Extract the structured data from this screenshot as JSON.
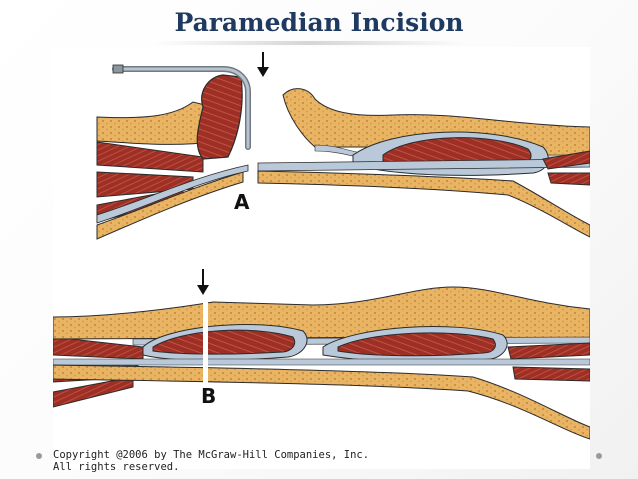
{
  "slide": {
    "title": "Paramedian Incision"
  },
  "figure": {
    "panel_a_label": "A",
    "panel_b_label": "B",
    "colors": {
      "fat": "#e9b463",
      "muscle": "#9e2f25",
      "fascia": "#b9c9d9",
      "outline": "#2b2b2b",
      "retractor": "#9aa6b2"
    }
  },
  "copyright": {
    "line1": "Copyright @2006 by The McGraw-Hill Companies, Inc.",
    "line2": "All rights reserved."
  }
}
